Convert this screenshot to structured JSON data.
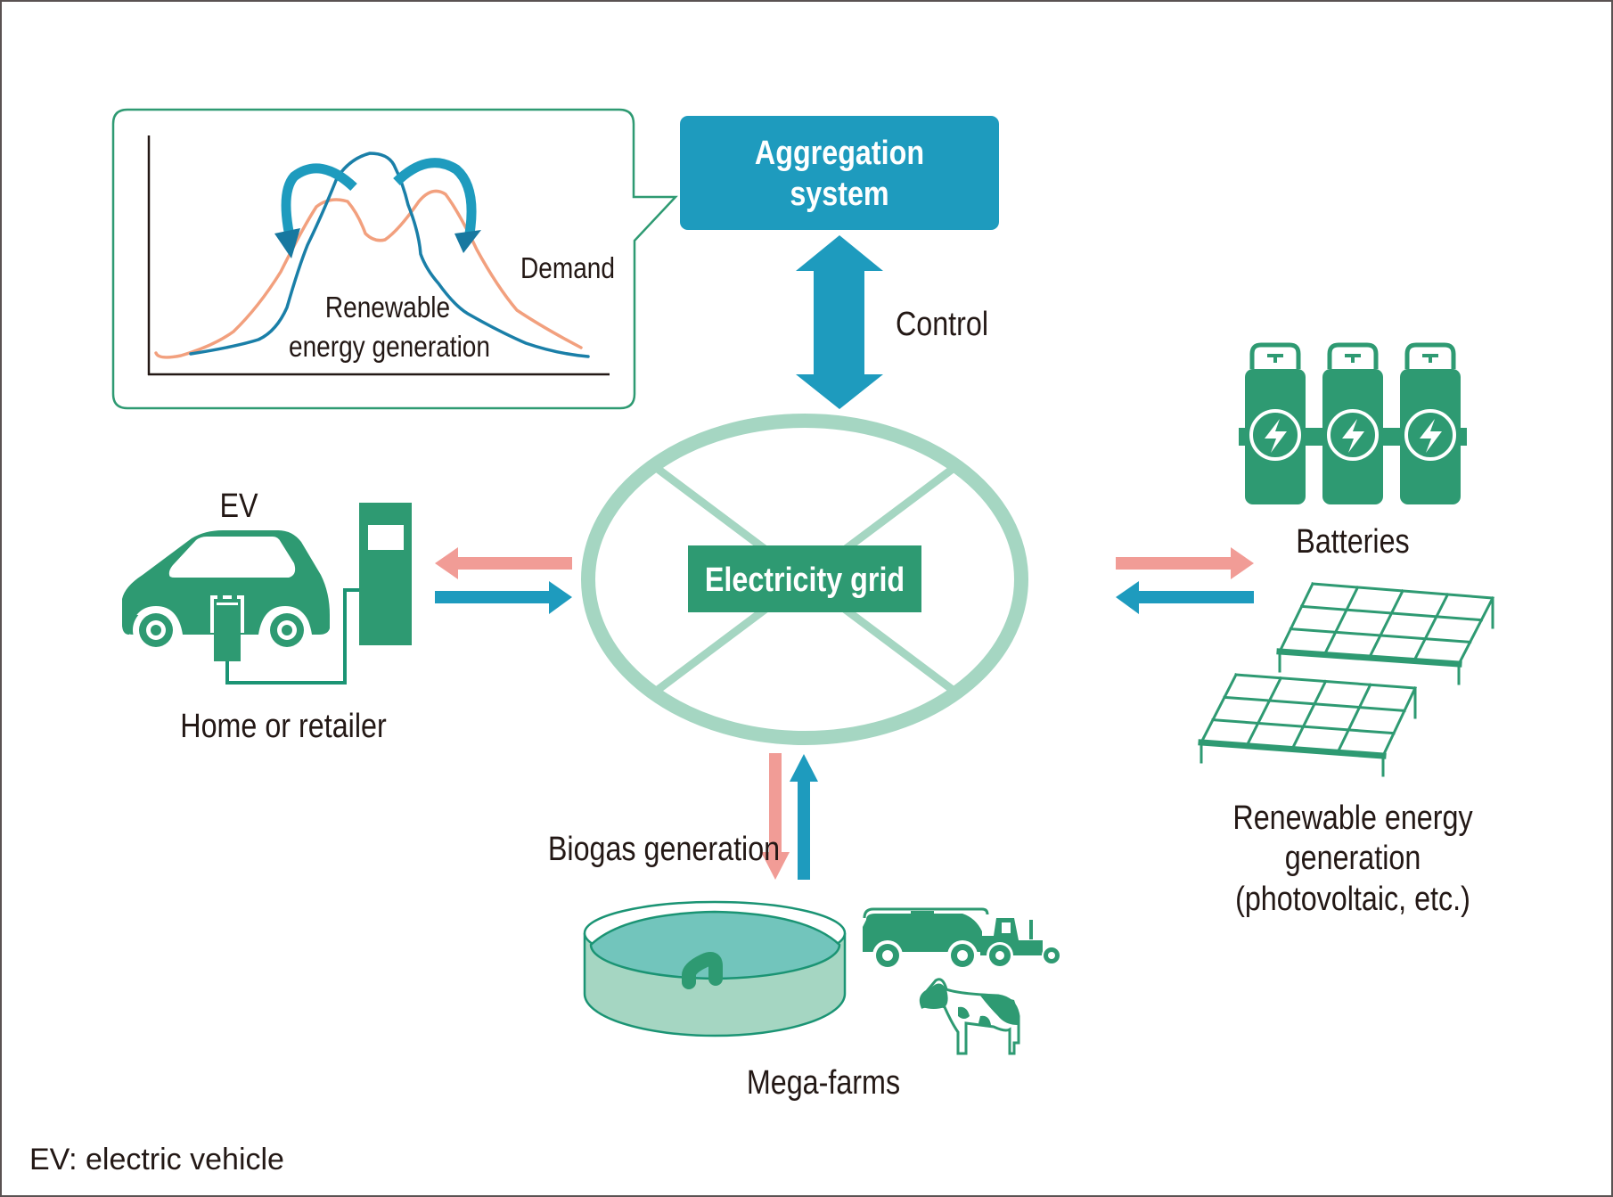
{
  "colors": {
    "green": "#2E9A72",
    "light_green": "#A5D6C2",
    "teal_liquid": "#72C5BC",
    "blue": "#1E9BBE",
    "dark_blue_curve": "#1A7FA8",
    "pink_arrow": "#F19C96",
    "orange_curve": "#F2A07E",
    "text": "#231815"
  },
  "callout": {
    "demand_label": "Demand",
    "renewable_label_line1": "Renewable",
    "renewable_label_line2": "energy generation"
  },
  "aggregation": {
    "line1": "Aggregation",
    "line2": "system"
  },
  "control_label": "Control",
  "grid_label": "Electricity grid",
  "ev": {
    "label": "EV",
    "location_label": "Home or retailer"
  },
  "batteries_label": "Batteries",
  "renewable": {
    "line1": "Renewable energy",
    "line2": "generation",
    "line3": "(photovoltaic, etc.)"
  },
  "biogas_label": "Biogas generation",
  "farms_label": "Mega-farms",
  "footnote": "EV: electric vehicle",
  "flows": [
    {
      "from": "Electricity grid",
      "to": "EV / Home or retailer",
      "color": "pink"
    },
    {
      "from": "EV / Home or retailer",
      "to": "Electricity grid",
      "color": "blue"
    },
    {
      "from": "Electricity grid",
      "to": "Batteries / Renewable energy generation",
      "color": "pink"
    },
    {
      "from": "Batteries / Renewable energy generation",
      "to": "Electricity grid",
      "color": "blue"
    },
    {
      "from": "Electricity grid",
      "to": "Biogas generation / Mega-farms",
      "color": "pink"
    },
    {
      "from": "Biogas generation / Mega-farms",
      "to": "Electricity grid",
      "color": "blue"
    },
    {
      "from": "Aggregation system",
      "to": "Electricity grid",
      "label": "Control",
      "bidirectional": true
    }
  ]
}
